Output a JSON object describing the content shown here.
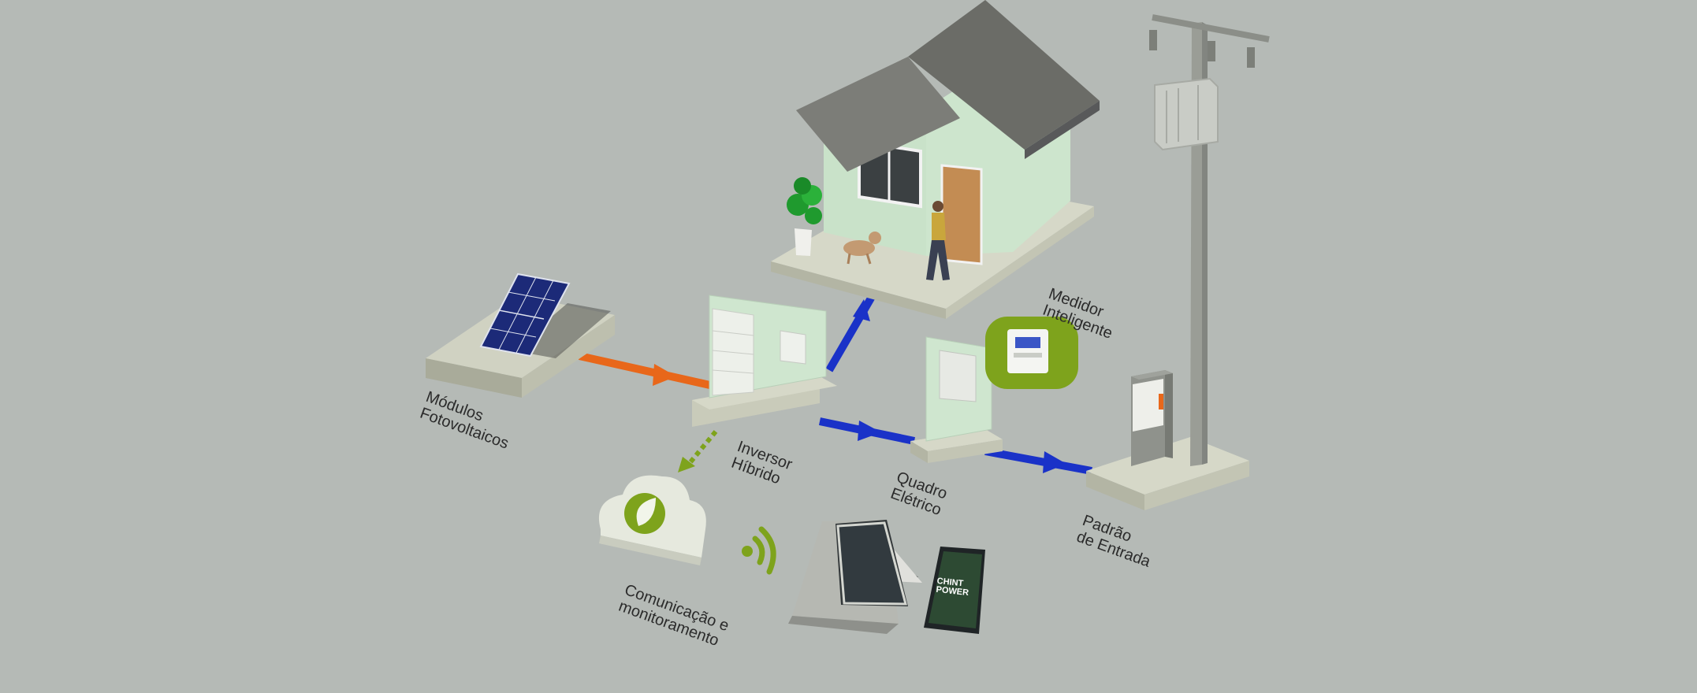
{
  "labels": {
    "modulos": [
      "Módulos",
      "Fotovoltaicos"
    ],
    "inversor": [
      "Inversor",
      "Híbrido"
    ],
    "quadro": [
      "Quadro",
      "Elétrico"
    ],
    "medidor": [
      "Medidor",
      "Inteligente"
    ],
    "padrao": [
      "Padrão",
      "de Entrada"
    ],
    "comunicacao": [
      "Comunicação e",
      "monitoramento"
    ]
  },
  "phone_brand": [
    "CHINT",
    "POWER"
  ],
  "colors": {
    "background": "#b5bab6",
    "dc_line": "#e8671a",
    "ac_line": "#1a32c8",
    "accent_green": "#7ea31c",
    "house_wall": "#cfe6cf",
    "roof": "#6f706b"
  },
  "icons": [
    "solar-panel-icon",
    "inverter-icon",
    "electrical-panel-icon",
    "smart-meter-icon",
    "utility-pole-icon",
    "cloud-leaf-icon",
    "wifi-signal-icon",
    "laptop-icon",
    "smartphone-icon"
  ]
}
